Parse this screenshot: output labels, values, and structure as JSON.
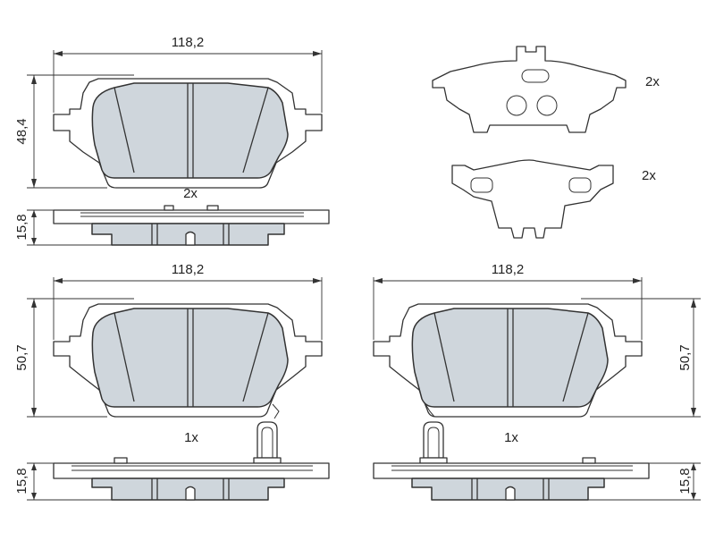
{
  "colors": {
    "friction": "#cfd6dc",
    "line": "#333333",
    "background": "#ffffff"
  },
  "views": {
    "top_left": {
      "width": "118,2",
      "height": "48,4",
      "thickness": "15,8",
      "qty": "2x"
    },
    "bottom_left": {
      "width": "118,2",
      "height": "50,7",
      "thickness": "15,8",
      "qty": "1x"
    },
    "bottom_right": {
      "width": "118,2",
      "height": "50,7",
      "thickness": "15,8",
      "qty": "1x"
    }
  },
  "shims": [
    {
      "qty": "2x",
      "icon": "anti-squeal-shim-icon"
    },
    {
      "qty": "2x",
      "icon": "anti-squeal-shim-icon"
    }
  ]
}
